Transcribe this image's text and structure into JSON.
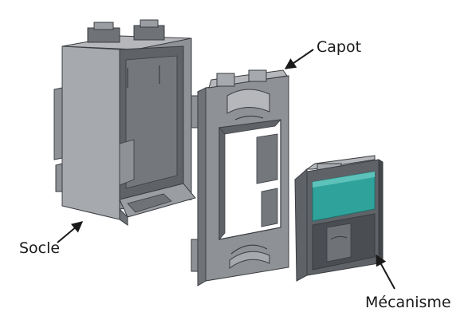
{
  "labels": {
    "capot": "Capot",
    "socle": "Socle",
    "mecanisme": "Mécanisme"
  },
  "colors": {
    "part_light": "#b5b7bb",
    "part_mid": "#8e9196",
    "part_dark": "#5f6267",
    "part_shadow": "#43464a",
    "window_teal": "#2fa39b",
    "outline": "#3a3c40"
  },
  "icons": [
    "arrow-capot-icon",
    "arrow-socle-icon",
    "arrow-mecanisme-icon"
  ]
}
